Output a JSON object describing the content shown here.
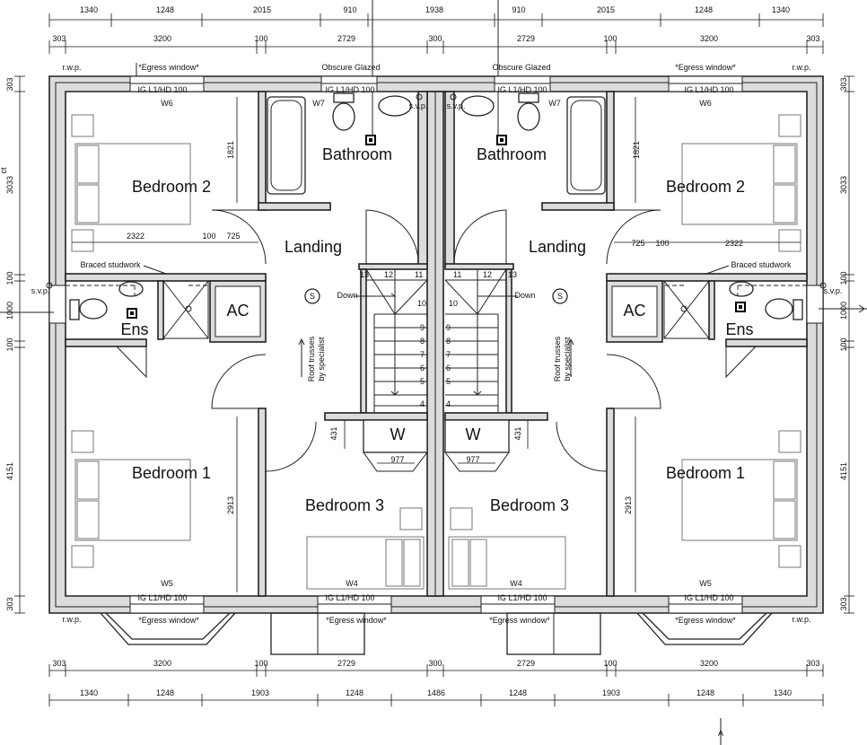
{
  "rooms": {
    "bathroom": "Bathroom",
    "bedroom1": "Bedroom 1",
    "bedroom2": "Bedroom 2",
    "bedroom3": "Bedroom 3",
    "landing": "Landing",
    "ensuite": "Ens",
    "airing_cupboard": "AC",
    "wardrobe": "W"
  },
  "labels": {
    "obscure_glazed": "Obscure Glazed",
    "egress_window": "*Egress window*",
    "lintel": "IG L1/HD 100",
    "rwp": "r.w.p.",
    "svp": "s.v.p.",
    "braced_studwork": "Braced studwork",
    "down": "Down",
    "roof_trusses_1": "Roof trusses",
    "roof_trusses_2": "by specialist",
    "smoke_symbol": "S",
    "window_w4": "W4",
    "window_w5": "W5",
    "window_w6": "W6",
    "window_w7": "W7",
    "section_marker": "A",
    "clipped_left_label": "ct"
  },
  "dimensions": {
    "top_row1": [
      "1340",
      "1248",
      "2015",
      "910",
      "1938",
      "910",
      "2015",
      "1248",
      "1340"
    ],
    "top_row2": [
      "303",
      "3200",
      "100",
      "2729",
      "300",
      "2729",
      "100",
      "3200",
      "303"
    ],
    "bottom_row1": [
      "303",
      "3200",
      "100",
      "2729",
      "300",
      "2729",
      "100",
      "3200",
      "303"
    ],
    "bottom_row2": [
      "1340",
      "1248",
      "1903",
      "1248",
      "1486",
      "1248",
      "1903",
      "1248",
      "1340"
    ],
    "side": [
      "303",
      "3033",
      "100",
      "1000",
      "100",
      "4151",
      "303"
    ],
    "internal": {
      "bath_height": "1821",
      "bed2_width": "2322",
      "wall_100": "100",
      "landing_725": "725",
      "bed1_height": "2913",
      "wardrobe_431": "431",
      "wardrobe_977": "977"
    },
    "stair_steps_top": [
      "13",
      "12",
      "11"
    ],
    "stair_steps_side": [
      "10",
      "9",
      "8",
      "7",
      "6",
      "5",
      "4"
    ]
  }
}
